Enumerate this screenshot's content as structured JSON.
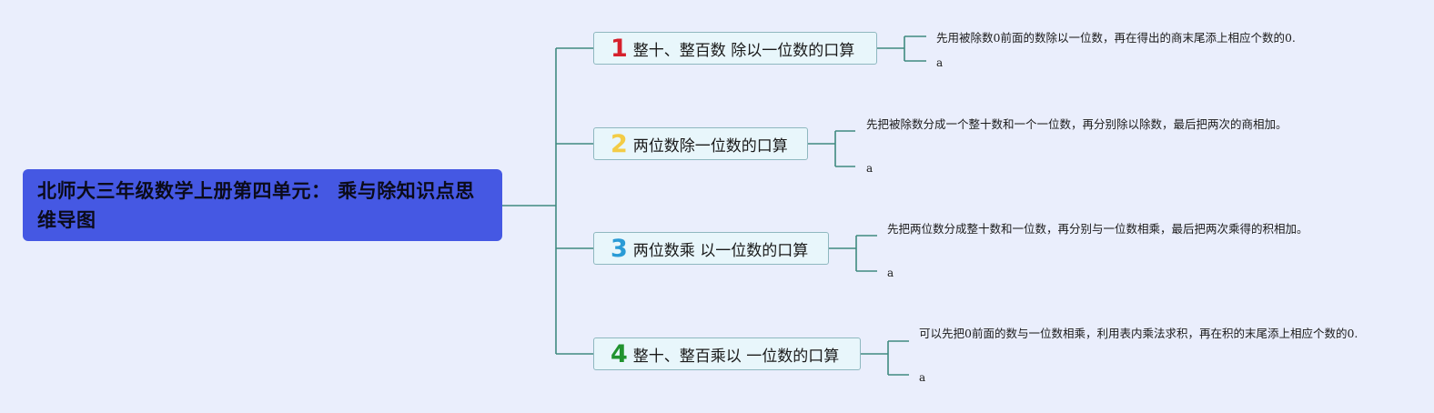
{
  "root": {
    "title": "北师大三年级数学上册第四单元： 乘与除知识点思维导图"
  },
  "branches": [
    {
      "number": "1",
      "number_color": "#d6202c",
      "label": "整十、整百数 除以一位数的口算",
      "note": "先用被除数0前面的数除以一位数，再在得出的商末尾添上相应个数的0.",
      "sub": "a"
    },
    {
      "number": "2",
      "number_color": "#f3cc45",
      "label": "两位数除一位数的口算",
      "note": "先把被除数分成一个整十数和一个一位数，再分别除以除数，最后把两次的商相加。",
      "sub": "a"
    },
    {
      "number": "3",
      "number_color": "#2a9bd6",
      "label": "两位数乘 以一位数的口算",
      "note": "先把两位数分成整十数和一位数，再分别与一位数相乘，最后把两次乘得的积相加。",
      "sub": "a"
    },
    {
      "number": "4",
      "number_color": "#21932f",
      "label": "整十、整百乘以 一位数的口算",
      "note": "可以先把0前面的数与一位数相乘，利用表内乘法求积，再在积的末尾添上相应个数的0.",
      "sub": "a"
    }
  ],
  "colors": {
    "background": "#eaeefc",
    "root_fill": "#4558e3",
    "connector": "#3f8a80",
    "branch_fill": "#e8f6fb",
    "branch_border": "#8fb8c0"
  }
}
